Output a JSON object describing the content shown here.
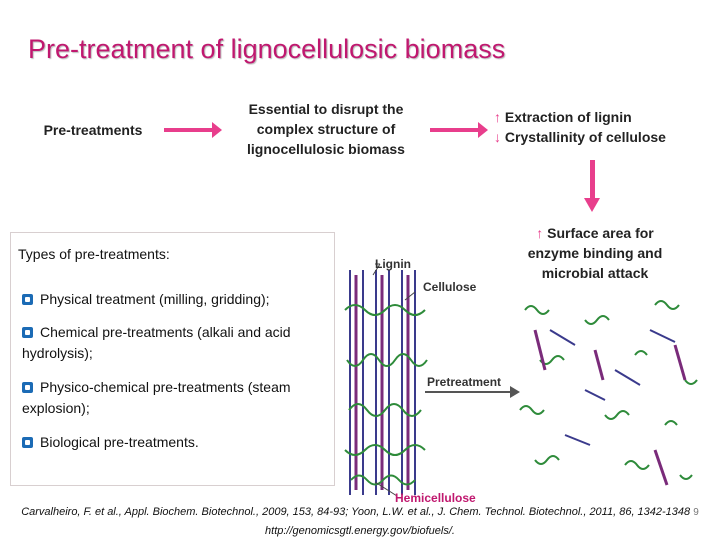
{
  "title": "Pre-treatment of lignocellulosic biomass",
  "flow": {
    "pretreatments": "Pre-treatments",
    "essential": "Essential to disrupt the complex structure of lignocellulosic biomass",
    "effect_up_prefix": "↑",
    "effect_up": " Extraction of  lignin",
    "effect_down_prefix": "↓",
    "effect_down": " Crystallinity of cellulose",
    "surface_prefix": "↑",
    "surface": " Surface area for enzyme binding and microbial attack"
  },
  "types": {
    "heading": "Types of pre-treatments:",
    "items": [
      "Physical treatment (milling, gridding);",
      "Chemical pre-treatments  (alkali  and acid hydrolysis);",
      "Physico-chemical pre-treatments (steam explosion);",
      "Biological pre-treatments."
    ]
  },
  "diagram": {
    "lignin": "Lignin",
    "cellulose": "Cellulose",
    "pretreatment": "Pretreatment",
    "hemicellulose": "Hemicellulose"
  },
  "citation": {
    "line1": "Carvalheiro, F.  et al., Appl. Biochem. Biotechnol., 2009, 153, 84-93; Yoon, L.W. et al., J. Chem. Technol. Biotechnol., 2011, 86, 1342-1348",
    "line2": "http://genomicsgtl.energy.gov/biofuels/.",
    "page": "9"
  },
  "colors": {
    "accent": "#e83e8c",
    "title": "#c0186f",
    "bullet": "#1b6bb5"
  }
}
